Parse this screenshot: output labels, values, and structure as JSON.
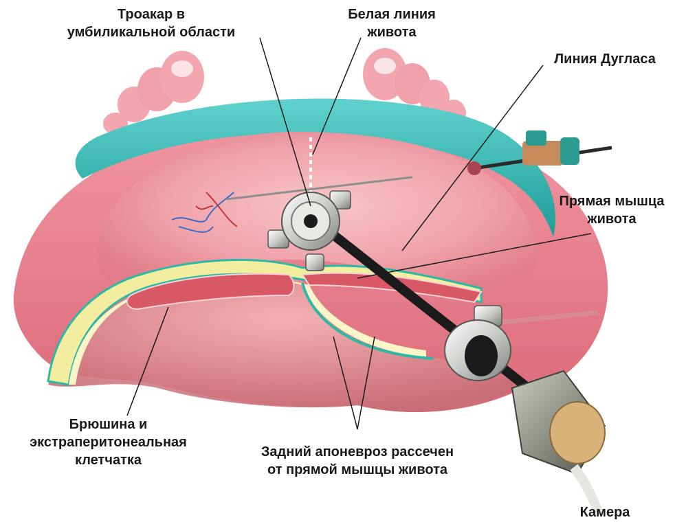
{
  "labels": {
    "trocar": [
      "Троакар в",
      "умбиликальной области"
    ],
    "linea_alba": [
      "Белая линия",
      "живота"
    ],
    "douglas": [
      "Линия Дугласа"
    ],
    "rectus": [
      "Прямая мышца",
      "живота"
    ],
    "peritoneum": [
      "Брюшина и",
      "экстраперитонеальная",
      "клетчатка"
    ],
    "aponeurosis": [
      "Задний апоневроз рассечен",
      "от прямой мышцы живота"
    ],
    "camera": [
      "Камера"
    ]
  },
  "colors": {
    "skin": "#e9828e",
    "cavity": "#f0a6ae",
    "drape": "#2fb9b4",
    "fat": "#f3eda0",
    "muscle": "#d85866",
    "instrument": "#1b1b1b"
  }
}
